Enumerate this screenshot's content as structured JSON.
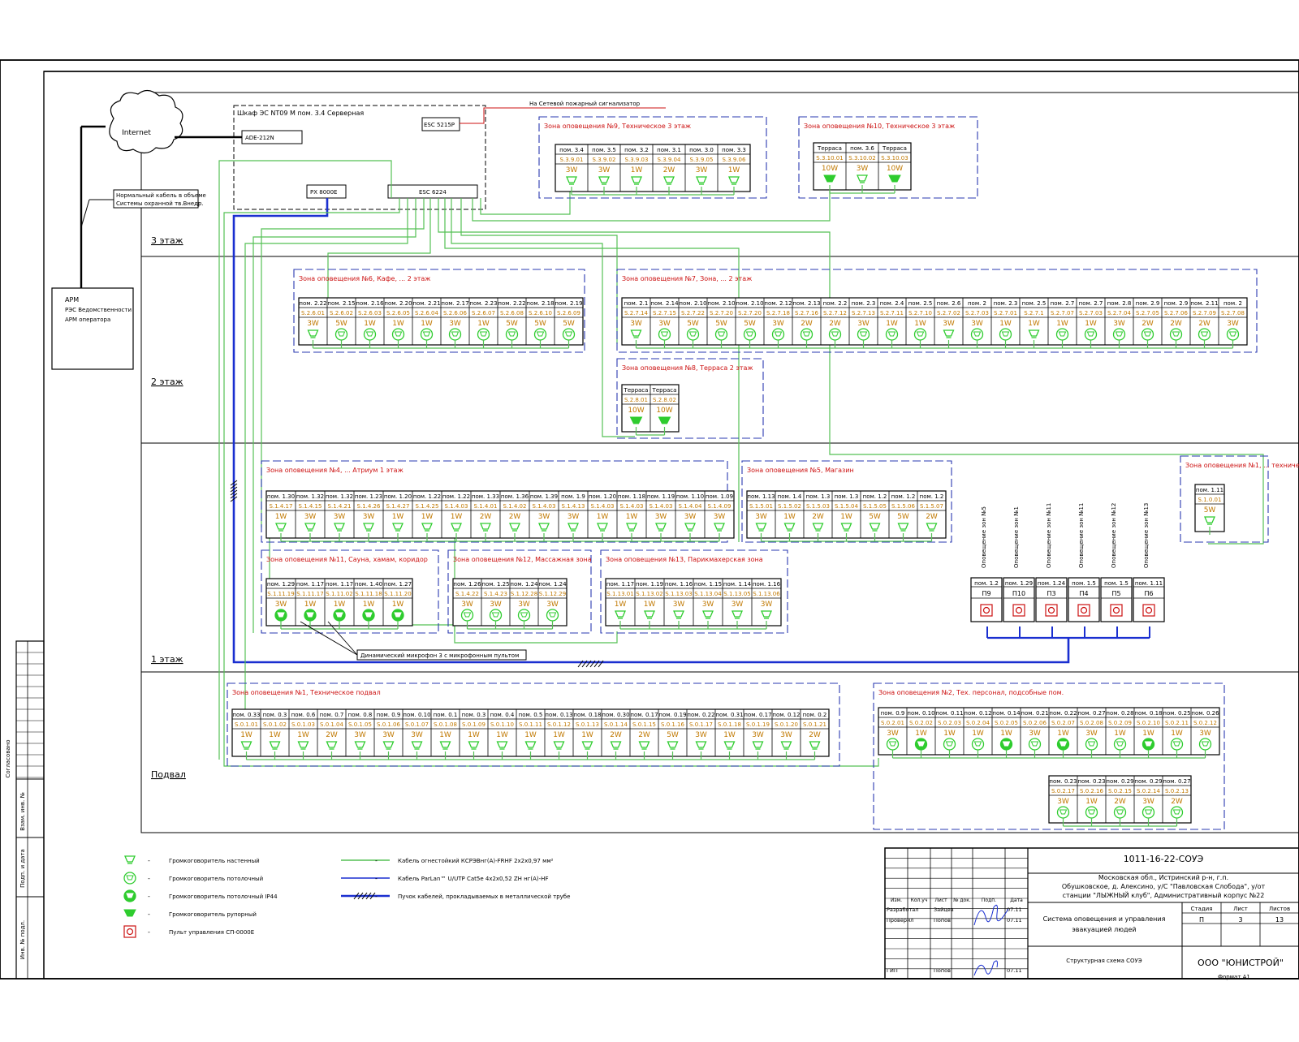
{
  "internet": "Internet",
  "cabinet": {
    "title": "Шкаф ЭС NT09 М пом. 3.4 Серверная",
    "ade": "ADE-212N",
    "esc": "ESC 5215P",
    "pa": "PX 8000E",
    "vx": "ESC 6224"
  },
  "red_cable_label": "На Сетевой пожарный сигнализатор",
  "note_box": [
    "Нормальный кабель в объеме",
    "Системы охранной тв.Внедр."
  ],
  "left_box": [
    "АРМ",
    "РЭС Ведомственности",
    "АРМ оператора"
  ],
  "floors": {
    "f3": "3 этаж",
    "f2": "2 этаж",
    "f1": "1 этаж",
    "basement": "Подвал"
  },
  "zones": [
    {
      "title": "Зона оповещения №9, Техническое 3 этаж",
      "rooms": [
        [
          "пом. 3.4",
          "S.3.9.01",
          "3W",
          "wall"
        ],
        [
          "пом. 3.5",
          "S.3.9.02",
          "3W",
          "wall"
        ],
        [
          "пом. 3.2",
          "S.3.9.03",
          "1W",
          "wall"
        ],
        [
          "пом. 3.1",
          "S.3.9.04",
          "2W",
          "wall"
        ],
        [
          "пом. 3.0",
          "S.3.9.05",
          "3W",
          "wall"
        ],
        [
          "пом. 3.3",
          "S.3.9.06",
          "1W",
          "wall"
        ]
      ]
    },
    {
      "title": "Зона оповещения №10, Техническое 3 этаж",
      "rooms": [
        [
          "Терраса",
          "S.3.10.01",
          "10W",
          "horn"
        ],
        [
          "пом. 3.6",
          "S.3.10.02",
          "3W",
          "wall"
        ],
        [
          "Терраса",
          "S.3.10.03",
          "10W",
          "horn"
        ]
      ]
    },
    {
      "title": "Зона оповещения №6, Кафе, ... 2 этаж",
      "rooms": [
        [
          "пом. 2.22",
          "S.2.6.01",
          "3W",
          "wall"
        ],
        [
          "пом. 2.15",
          "S.2.6.02",
          "5W",
          "ceil"
        ],
        [
          "пом. 2.16",
          "S.2.6.03",
          "1W",
          "ceil"
        ],
        [
          "пом. 2.20",
          "S.2.6.05",
          "1W",
          "ceil"
        ],
        [
          "пом. 2.21",
          "S.2.6.04",
          "1W",
          "ceil"
        ],
        [
          "пом. 2.17",
          "S.2.6.06",
          "3W",
          "ceil"
        ],
        [
          "пом. 2.23",
          "S.2.6.07",
          "1W",
          "ceil"
        ],
        [
          "пом. 2.22",
          "S.2.6.08",
          "5W",
          "ceil"
        ],
        [
          "пом. 2.18",
          "S.2.6.10",
          "5W",
          "ceil"
        ],
        [
          "пом. 2.19",
          "S.2.6.09",
          "5W",
          "ceil"
        ]
      ]
    },
    {
      "title": "Зона оповещения №7, Зона, ... 2 этаж",
      "rooms": [
        [
          "пом. 2.1",
          "S.2.7.14",
          "3W",
          "wall"
        ],
        [
          "пом. 2.14",
          "S.2.7.15",
          "3W",
          "ceil"
        ],
        [
          "пом. 2.10",
          "S.2.7.22",
          "5W",
          "ceil"
        ],
        [
          "пом. 2.10",
          "S.2.7.20",
          "5W",
          "ceil"
        ],
        [
          "пом. 2.10",
          "S.2.7.20",
          "5W",
          "ceil"
        ],
        [
          "пом. 2.12",
          "S.2.7.18",
          "3W",
          "ceil"
        ],
        [
          "пом. 2.13",
          "S.2.7.16",
          "2W",
          "ceil"
        ],
        [
          "пом. 2.2",
          "S.2.7.12",
          "2W",
          "ceil"
        ],
        [
          "пом. 2.3",
          "S.2.7.13",
          "3W",
          "ceil"
        ],
        [
          "пом. 2.4",
          "S.2.7.11",
          "1W",
          "ceil"
        ],
        [
          "пом. 2.5",
          "S.2.7.10",
          "1W",
          "ceil"
        ],
        [
          "пом. 2.6",
          "S.2.7.02",
          "3W",
          "wall"
        ],
        [
          "пом. 2",
          "S.2.7.03",
          "3W",
          "ceil"
        ],
        [
          "пом. 2.3",
          "S.2.7.01",
          "1W",
          "ceil"
        ],
        [
          "пом. 2.5",
          "S.2.7.1",
          "1W",
          "wall"
        ],
        [
          "пом. 2.7",
          "S.2.7.07",
          "1W",
          "ceil"
        ],
        [
          "пом. 2.7",
          "S.2.7.03",
          "1W",
          "ceil"
        ],
        [
          "пом. 2.8",
          "S.2.7.04",
          "3W",
          "ceil"
        ],
        [
          "пом. 2.9",
          "S.2.7.05",
          "2W",
          "ceil"
        ],
        [
          "пом. 2.9",
          "S.2.7.06",
          "2W",
          "ceil"
        ],
        [
          "пом. 2.11",
          "S.2.7.09",
          "2W",
          "ceil"
        ],
        [
          "пом. 2",
          "S.2.7.08",
          "3W",
          "ceil"
        ]
      ]
    },
    {
      "title": "Зона оповещения №8, Терраса 2 этаж",
      "rooms": [
        [
          "Терраса",
          "S.2.8.01",
          "10W",
          "horn"
        ],
        [
          "Терраса",
          "S.2.8.02",
          "10W",
          "horn"
        ]
      ]
    },
    {
      "title": "Зона оповещения №4, ... Атриум 1 этаж",
      "rooms": [
        [
          "пом. 1.30",
          "S.1.4.17",
          "1W",
          "wall"
        ],
        [
          "пом. 1.32",
          "S.1.4.15",
          "3W",
          "wall"
        ],
        [
          "пом. 1.32",
          "S.1.4.21",
          "3W",
          "wall"
        ],
        [
          "пом. 1.23",
          "S.1.4.26",
          "3W",
          "wall"
        ],
        [
          "пом. 1.20",
          "S.1.4.27",
          "1W",
          "wall"
        ],
        [
          "пом. 1.22",
          "S.1.4.25",
          "1W",
          "wall"
        ],
        [
          "пом. 1.22",
          "S.1.4.03",
          "1W",
          "wall"
        ],
        [
          "пом. 1.33",
          "S.1.4.01",
          "2W",
          "wall"
        ],
        [
          "пом. 1.36",
          "S.1.4.02",
          "2W",
          "wall"
        ],
        [
          "пом. 1.39",
          "S.1.4.03",
          "3W",
          "wall"
        ],
        [
          "пом. 1.9",
          "S.1.4.13",
          "3W",
          "wall"
        ],
        [
          "пом. 1.20",
          "S.1.4.03",
          "1W",
          "wall"
        ],
        [
          "пом. 1.18",
          "S.1.4.03",
          "1W",
          "wall"
        ],
        [
          "пом. 1.19",
          "S.1.4.03",
          "3W",
          "wall"
        ],
        [
          "пом. 1.10",
          "S.1.4.04",
          "3W",
          "wall"
        ],
        [
          "пом. 1.09",
          "S.1.4.09",
          "3W",
          "wall"
        ]
      ]
    },
    {
      "title": "Зона оповещения №5, Магазин",
      "rooms": [
        [
          "пом. 1.13",
          "S.1.5.01",
          "3W",
          "wall"
        ],
        [
          "пом. 1.4",
          "S.1.5.02",
          "1W",
          "wall"
        ],
        [
          "пом. 1.3",
          "S.1.5.03",
          "2W",
          "wall"
        ],
        [
          "пом. 1.3",
          "S.1.5.04",
          "1W",
          "wall"
        ],
        [
          "пом. 1.2",
          "S.1.5.05",
          "5W",
          "wall"
        ],
        [
          "пом. 1.2",
          "S.1.5.06",
          "5W",
          "wall"
        ],
        [
          "пом. 1.2",
          "S.1.5.07",
          "2W",
          "wall"
        ]
      ]
    },
    {
      "title": "Зона оповещения №1, ... техническое",
      "rooms": [
        [
          "пом. 1.11",
          "S.1.0.01",
          "5W",
          "wall"
        ]
      ]
    },
    {
      "title": "Зона оповещения №11, Сауна, хамам, коридор",
      "rooms": [
        [
          "пом. 1.29",
          "S.1.11.19",
          "3W",
          "ceil44"
        ],
        [
          "пом. 1.17",
          "S.1.11.17",
          "1W",
          "ceil44"
        ],
        [
          "пом. 1.17",
          "S.1.11.02",
          "1W",
          "ceil44"
        ],
        [
          "пом. 1.40",
          "S.1.11.18",
          "1W",
          "ceil44"
        ],
        [
          "пом. 1.27",
          "S.1.11.20",
          "1W",
          "ceil44"
        ]
      ]
    },
    {
      "title": "Зона оповещения №12, Массажная зона",
      "rooms": [
        [
          "пом. 1.26",
          "S.1.4.22",
          "3W",
          "ceil"
        ],
        [
          "пом. 1.25",
          "S.1.4.23",
          "3W",
          "ceil"
        ],
        [
          "пом. 1.24",
          "S.1.12.28",
          "3W",
          "ceil"
        ],
        [
          "пом. 1.24",
          "S.1.12.29",
          "3W",
          "ceil"
        ]
      ]
    },
    {
      "title": "Зона оповещения №13, Парикмахерская зона",
      "rooms": [
        [
          "пом. 1.17",
          "S.1.13.01",
          "1W",
          "wall"
        ],
        [
          "пом. 1.19",
          "S.1.13.02",
          "1W",
          "wall"
        ],
        [
          "пом. 1.16",
          "S.1.13.03",
          "3W",
          "wall"
        ],
        [
          "пом. 1.15",
          "S.1.13.04",
          "3W",
          "wall"
        ],
        [
          "пом. 1.14",
          "S.1.13.05",
          "3W",
          "wall"
        ],
        [
          "пом. 1.16",
          "S.1.13.06",
          "3W",
          "wall"
        ]
      ]
    },
    {
      "title": "Зона оповещения №1, Техническое подвал",
      "rooms": [
        [
          "пом. 0.33",
          "S.0.1.01",
          "1W",
          "wall"
        ],
        [
          "пом. 0.3",
          "S.0.1.02",
          "1W",
          "wall"
        ],
        [
          "пом. 0.6",
          "S.0.1.03",
          "1W",
          "wall"
        ],
        [
          "пом. 0.7",
          "S.0.1.04",
          "2W",
          "wall"
        ],
        [
          "пом. 0.8",
          "S.0.1.05",
          "3W",
          "wall"
        ],
        [
          "пом. 0.9",
          "S.0.1.06",
          "3W",
          "wall"
        ],
        [
          "пом. 0.10",
          "S.0.1.07",
          "3W",
          "wall"
        ],
        [
          "пом. 0.1",
          "S.0.1.08",
          "1W",
          "wall"
        ],
        [
          "пом. 0.3",
          "S.0.1.09",
          "1W",
          "wall"
        ],
        [
          "пом. 0.4",
          "S.0.1.10",
          "1W",
          "wall"
        ],
        [
          "пом. 0.5",
          "S.0.1.11",
          "1W",
          "wall"
        ],
        [
          "пом. 0.13",
          "S.0.1.12",
          "1W",
          "wall"
        ],
        [
          "пом. 0.18",
          "S.0.1.13",
          "1W",
          "wall"
        ],
        [
          "пом. 0.30",
          "S.0.1.14",
          "2W",
          "wall"
        ],
        [
          "пом. 0.17",
          "S.0.1.15",
          "2W",
          "wall"
        ],
        [
          "пом. 0.19",
          "S.0.1.16",
          "5W",
          "wall"
        ],
        [
          "пом. 0.22",
          "S.0.1.17",
          "3W",
          "wall"
        ],
        [
          "пом. 0.31",
          "S.0.1.18",
          "1W",
          "wall"
        ],
        [
          "пом. 0.17",
          "S.0.1.19",
          "3W",
          "wall"
        ],
        [
          "пом. 0.12",
          "S.0.1.20",
          "3W",
          "wall"
        ],
        [
          "пом. 0.2",
          "S.0.1.21",
          "2W",
          "wall"
        ]
      ]
    },
    {
      "title": "Зона оповещения №2, Тех. персонал, подсобные пом.",
      "rooms": [
        [
          "пом. 0.9",
          "S.0.2.01",
          "3W",
          "ceil"
        ],
        [
          "пом. 0.10",
          "S.0.2.02",
          "1W",
          "ceil44"
        ],
        [
          "пом. 0.11",
          "S.0.2.03",
          "1W",
          "ceil"
        ],
        [
          "пом. 0.12",
          "S.0.2.04",
          "1W",
          "ceil"
        ],
        [
          "пом. 0.14",
          "S.0.2.05",
          "1W",
          "ceil44"
        ],
        [
          "пом. 0.21",
          "S.0.2.06",
          "3W",
          "ceil"
        ],
        [
          "пом. 0.22",
          "S.0.2.07",
          "1W",
          "ceil44"
        ],
        [
          "пом. 0.27",
          "S.0.2.08",
          "3W",
          "ceil"
        ],
        [
          "пом. 0.28",
          "S.0.2.09",
          "1W",
          "ceil"
        ],
        [
          "пом. 0.18",
          "S.0.2.10",
          "1W",
          "ceil44"
        ],
        [
          "пом. 0.25",
          "S.0.2.11",
          "1W",
          "ceil"
        ],
        [
          "пом. 0.26",
          "S.0.2.12",
          "3W",
          "ceil"
        ]
      ],
      "rooms2": [
        [
          "пом. 0.23",
          "S.0.2.17",
          "3W",
          "ceil"
        ],
        [
          "пом. 0.23",
          "S.0.2.16",
          "1W",
          "ceil"
        ],
        [
          "пом. 0.29",
          "S.0.2.15",
          "2W",
          "ceil"
        ],
        [
          "пом. 0.29",
          "S.0.2.14",
          "3W",
          "ceil"
        ],
        [
          "пом. 0.27",
          "S.0.2.13",
          "2W",
          "ceil"
        ]
      ]
    }
  ],
  "remote_consoles": [
    {
      "vlabel": "Оповещение зон №5",
      "room": "пом. 1.2",
      "id": "П9"
    },
    {
      "vlabel": "Оповещение зон №1",
      "room": "пом. 1.29",
      "id": "П10"
    },
    {
      "vlabel": "Оповещение зон №11",
      "room": "пом. 1.24",
      "id": "П3"
    },
    {
      "vlabel": "Оповещение зон №11",
      "room": "пом. 1.5",
      "id": "П4"
    },
    {
      "vlabel": "Оповещение зон №12",
      "room": "пом. 1.5",
      "id": "П5"
    },
    {
      "vlabel": "Оповещение зон №13",
      "room": "пом. 1.11",
      "id": "П6"
    }
  ],
  "mic_label": "Динамический микрофон 3 с микрофонным пультом",
  "legend": [
    {
      "sym": "wall",
      "text": "Громкоговоритель настенный"
    },
    {
      "sym": "ceil",
      "text": "Громкоговоритель потолочный"
    },
    {
      "sym": "ceil44",
      "text": "Громкоговоритель потолочный IP44"
    },
    {
      "sym": "horn",
      "text": "Громкоговоритель рупорный"
    },
    {
      "sym": "console",
      "text": "Пульт управления СП-0000Е"
    }
  ],
  "cables": [
    {
      "type": "green",
      "text": "Кабель огнестойкий КСРЭВнг(А)-FRHF 2х2х0,97 мм²"
    },
    {
      "type": "blue",
      "text": "Кабель ParLan™ U/UTP Cat5e 4х2х0,52 ZH нг(А)-HF"
    },
    {
      "type": "bundle",
      "text": "Пучок кабелей, прокладываемых в металлической трубе"
    }
  ],
  "sidebar": {
    "a": "Согласовано",
    "b": "Взам. инв. №",
    "c": "Подп. и дата",
    "d": "Инв. № подл."
  },
  "stamp": {
    "doc_code": "1011-16-22-СОУЭ",
    "address": [
      "Московская обл., Истринский р-н, г.п.",
      "Обушковское, д. Алексино, у/С \"Павловская Слобода\", у/от",
      "станции \"ЛЫЖНЫЙ клуб\", Административный корпус №22"
    ],
    "system": [
      "Система оповещения и управления",
      "эвакуацией людей"
    ],
    "scheme": "Структурная схема СОУЭ",
    "stage_h": "Стадия",
    "sheet_h": "Лист",
    "sheets_h": "Листов",
    "stage": "П",
    "sheet": "3",
    "sheets": "13",
    "company": "ООО \"ЮНИСТРОЙ\"",
    "col_heads": [
      "Изм.",
      "Кол.уч",
      "Лист",
      "№ док.",
      "Подп.",
      "Дата"
    ],
    "role1": "Разработал",
    "name1": "Зайцев",
    "date1": "07.11",
    "role2": "Проверил",
    "name2": "Попов",
    "date2": "07.11",
    "role3": "ГИП",
    "name3": "Попов",
    "date3": "07.11",
    "format": "Формат А1"
  },
  "colors": {
    "green": "#55c055",
    "blue": "#1a2fd0",
    "red": "#cc1010",
    "zone": "#2a3ab0",
    "speaker": "#2ecc2e",
    "text_id": "#c07800"
  }
}
